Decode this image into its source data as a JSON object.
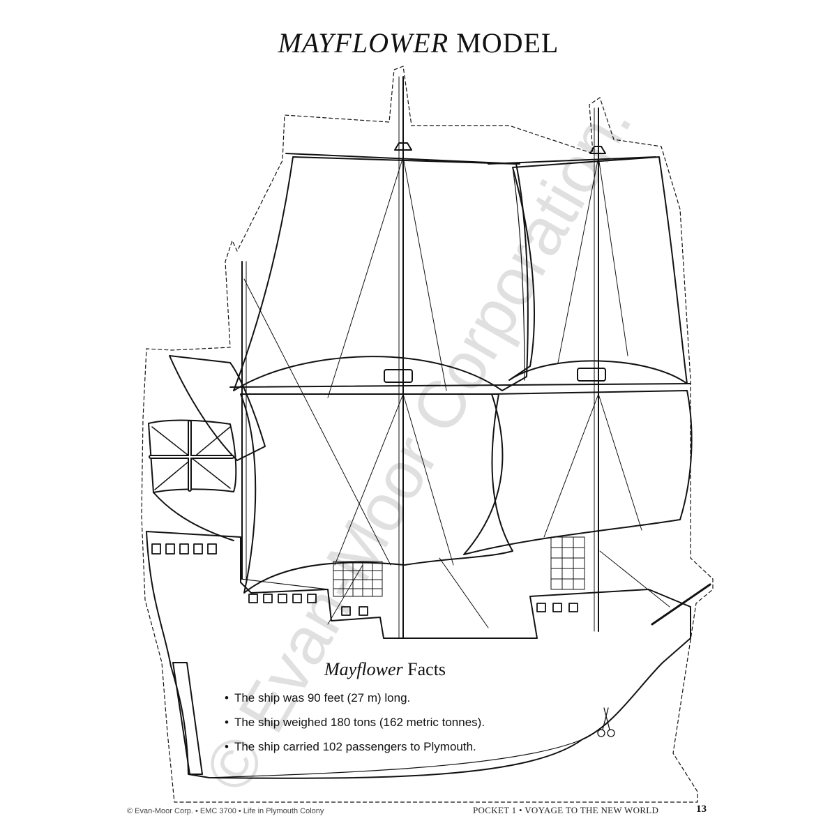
{
  "title": {
    "italic": "MAYFLOWER",
    "rest": "MODEL"
  },
  "facts": {
    "heading_italic": "Mayflower",
    "heading_rest": "Facts",
    "items": [
      "The ship was 90 feet (27 m) long.",
      "The ship weighed 180 tons (162 metric tonnes).",
      "The ship carried 102 passengers to Plymouth."
    ]
  },
  "footer": {
    "left": "© Evan-Moor Corp. • EMC 3700 • Life in Plymouth Colony",
    "right": "POCKET 1 • VOYAGE TO THE NEW WORLD",
    "page_number": "13"
  },
  "watermark": "© Evan-Moor Corporation.",
  "icons": [
    "scissors-icon",
    "union-jack-flag"
  ]
}
